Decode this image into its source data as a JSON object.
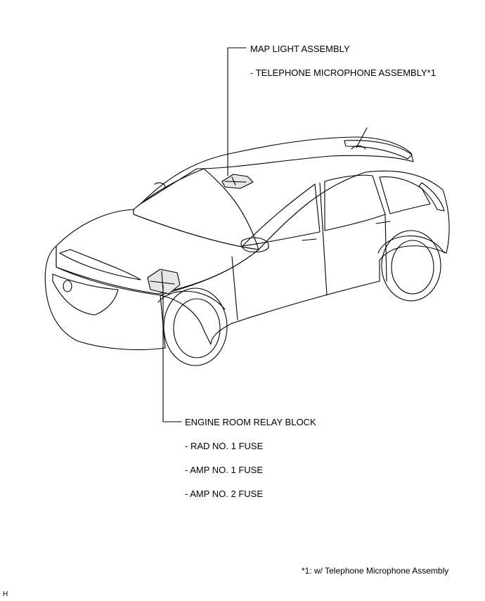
{
  "callouts": {
    "map_light": {
      "title": "MAP LIGHT ASSEMBLY",
      "items": [
        "- TELEPHONE MICROPHONE ASSEMBLY*1"
      ]
    },
    "engine_room": {
      "title": "ENGINE ROOM RELAY BLOCK",
      "items": [
        "- RAD NO. 1 FUSE",
        "- AMP NO. 1 FUSE",
        "- AMP NO. 2 FUSE"
      ]
    }
  },
  "footnote": "*1: w/ Telephone Microphone Assembly",
  "corner_mark": "H"
}
